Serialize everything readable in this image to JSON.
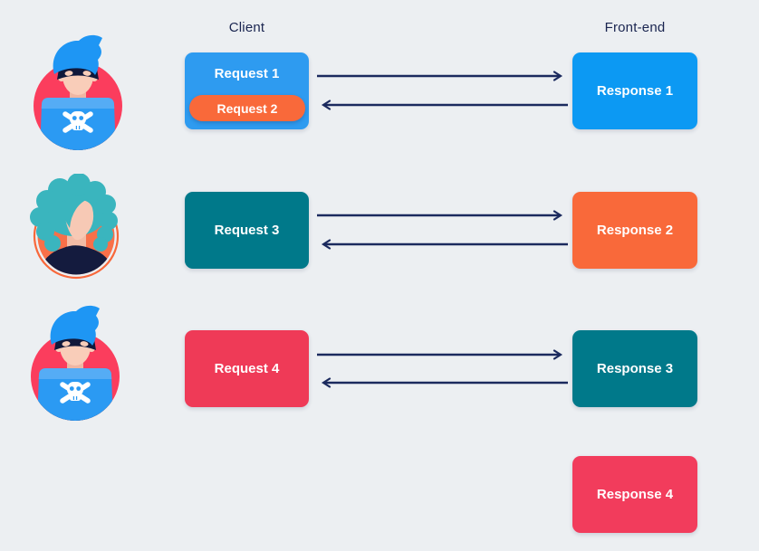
{
  "page": {
    "background_color": "#ECEFF2",
    "text_color": "#1A2550"
  },
  "headers": {
    "client": "Client",
    "frontend": "Front-end"
  },
  "client_column": {
    "request1": {
      "label": "Request 1",
      "color": "#2E9BF0"
    },
    "request2": {
      "label": "Request 2",
      "color": "#F9693A"
    },
    "request3": {
      "label": "Request 3",
      "color": "#00798A"
    },
    "request4": {
      "label": "Request 4",
      "color": "#EF3A57"
    }
  },
  "frontend_column": {
    "response1": {
      "label": "Response 1",
      "color": "#0C99F3"
    },
    "response2": {
      "label": "Response 2",
      "color": "#F9693A"
    },
    "response3": {
      "label": "Response 3",
      "color": "#00798A"
    },
    "response4": {
      "label": "Response 4",
      "color": "#F23C5C"
    }
  },
  "avatars": [
    {
      "type": "masked-hacker-at-laptop"
    },
    {
      "type": "woman-with-teal-hair"
    },
    {
      "type": "masked-hacker-at-laptop"
    }
  ],
  "arrows": {
    "color": "#1B2A5E",
    "rows": 3,
    "per_row": [
      "to-frontend",
      "to-client"
    ]
  }
}
